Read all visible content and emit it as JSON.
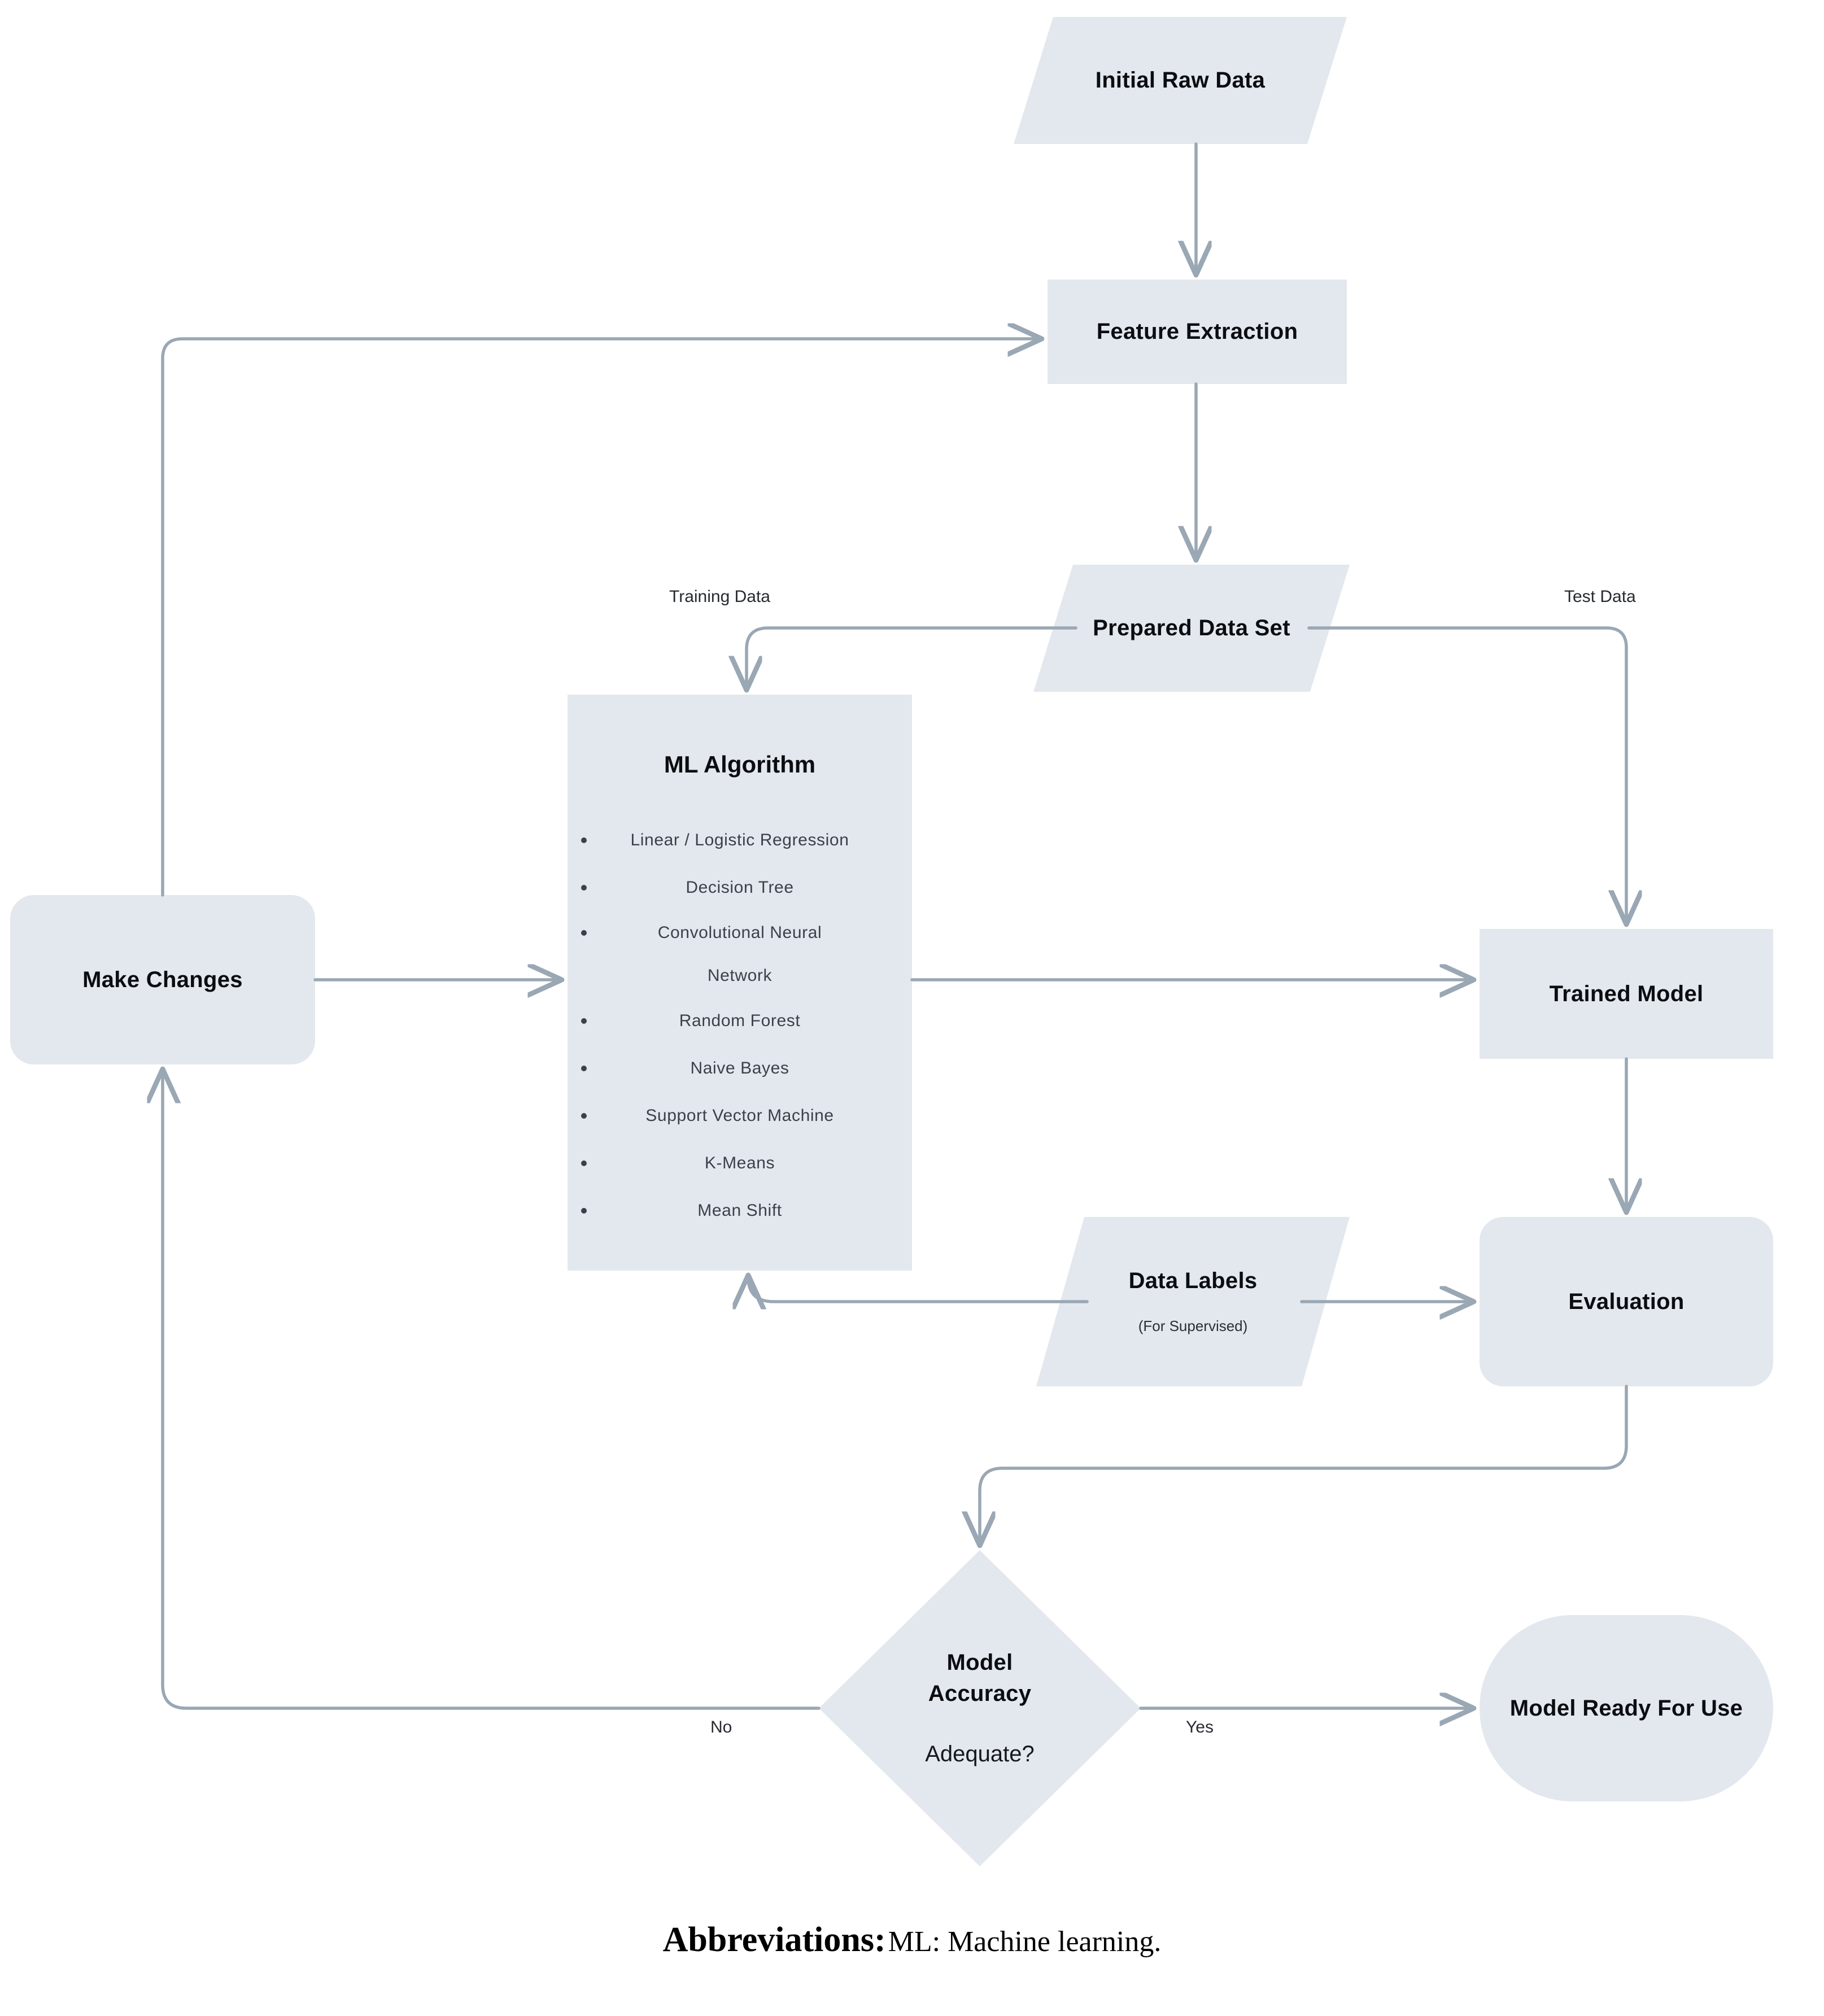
{
  "diagram": {
    "title": "Machine Learning Workflow Flowchart",
    "palette": {
      "node_fill": "#e3e8ee",
      "edge_stroke": "#9aa7b4",
      "text_dark": "#0b0d11",
      "text_muted": "#3b4149",
      "page_background": "#ffffff"
    },
    "nodes": [
      {
        "id": "initial-raw-data",
        "label": "Initial Raw Data",
        "shape": "parallelogram"
      },
      {
        "id": "feature-extraction",
        "label": "Feature Extraction",
        "shape": "rectangle"
      },
      {
        "id": "prepared-data-set",
        "label": "Prepared Data Set",
        "shape": "parallelogram"
      },
      {
        "id": "ml-algorithm",
        "label": "ML Algorithm",
        "shape": "rectangle"
      },
      {
        "id": "make-changes",
        "label": "Make Changes",
        "shape": "rounded-rectangle"
      },
      {
        "id": "trained-model",
        "label": "Trained Model",
        "shape": "rectangle"
      },
      {
        "id": "data-labels",
        "label": "Data Labels",
        "sublabel": "(For Supervised)",
        "shape": "parallelogram"
      },
      {
        "id": "evaluation",
        "label": "Evaluation",
        "shape": "rounded-rectangle"
      },
      {
        "id": "model-accuracy",
        "label_line1": "Model",
        "label_line2": "Accuracy",
        "label_line3": "Adequate?",
        "shape": "diamond"
      },
      {
        "id": "model-ready",
        "label": "Model Ready For Use",
        "shape": "pill"
      }
    ],
    "ml_algorithm": {
      "title": "ML Algorithm",
      "items": [
        "Linear / Logistic Regression",
        "Decision Tree",
        "Convolutional Neural",
        "Network",
        "Random Forest",
        "Naive Bayes",
        "Support Vector Machine",
        "K-Means",
        "Mean Shift"
      ]
    },
    "edge_labels": {
      "training_data": "Training Data",
      "test_data": "Test Data",
      "no": "No",
      "yes": "Yes"
    },
    "caption": {
      "strong": "Abbreviations:",
      "rest": "ML: Machine learning."
    }
  }
}
